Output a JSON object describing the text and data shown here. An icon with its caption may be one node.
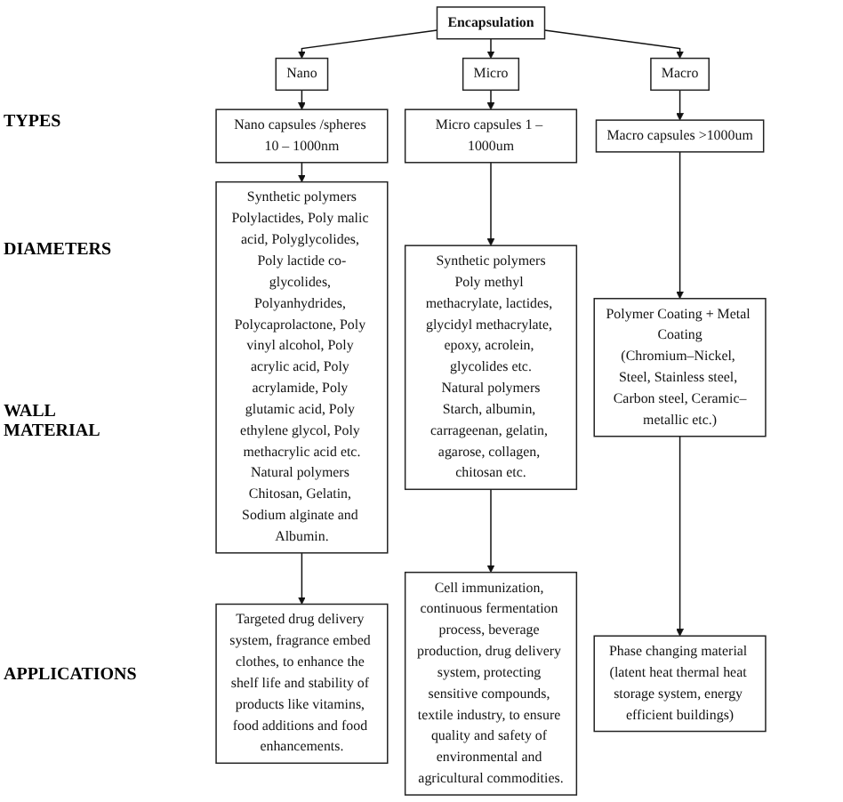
{
  "diagram": {
    "nodes": [
      {
        "text": [
          "Encapsulation"
        ]
      },
      {
        "text": [
          "Nano"
        ]
      },
      {
        "text": [
          "Micro"
        ]
      },
      {
        "text": [
          "Macro"
        ]
      },
      {
        "text": [
          "Nano capsules /spheres 10 – 1000nm"
        ]
      },
      {
        "text": [
          "Micro capsules 1 – 1000um"
        ]
      },
      {
        "text": [
          "Macro capsules >1000um"
        ]
      },
      {
        "text": [
          "Synthetic polymers",
          "Polylactides, Poly malic acid, Polyglycolides, Poly lactide co-glycolides, Polyanhydrides, Polycaprolactone, Poly vinyl alcohol, Poly acrylic acid, Poly acrylamide, Poly glutamic acid, Poly ethylene glycol, Poly methacrylic acid etc.",
          "Natural polymers Chitosan, Gelatin, Sodium alginate and Albumin."
        ]
      },
      {
        "text": [
          "Synthetic polymers",
          "Poly methyl methacrylate, lactides, glycidyl methacrylate, epoxy, acrolein, glycolides etc.",
          "Natural polymers",
          "Starch, albumin, carrageenan, gelatin, agarose, collagen, chitosan etc."
        ]
      },
      {
        "text": [
          "Polymer Coating + Metal Coating",
          "(Chromium–Nickel, Steel, Stainless steel, Carbon steel, Ceramic–metallic etc.)"
        ]
      },
      {
        "text": [
          "Targeted drug delivery system, fragrance embed clothes, to enhance the shelf life and stability of products like vitamins, food additions and food enhancements."
        ]
      },
      {
        "text": [
          "Cell immunization, continuous fermentation process, beverage production, drug delivery system, protecting sensitive compounds, textile industry, to ensure quality and safety of environmental and agricultural commodities."
        ]
      },
      {
        "text": [
          "Phase changing material (latent heat thermal heat storage system, energy efficient buildings)"
        ]
      }
    ],
    "edges": [
      {
        "from": 0,
        "to": 1,
        "arrow": "to"
      },
      {
        "from": 0,
        "to": 2,
        "arrow": "to"
      },
      {
        "from": 0,
        "to": 3,
        "arrow": "to"
      },
      {
        "from": 1,
        "to": 4,
        "arrow": "to"
      },
      {
        "from": 2,
        "to": 5,
        "arrow": "to"
      },
      {
        "from": 3,
        "to": 6,
        "arrow": "to"
      },
      {
        "from": 4,
        "to": 7,
        "arrow": "to"
      },
      {
        "from": 5,
        "to": 8,
        "arrow": "to"
      },
      {
        "from": 6,
        "to": 9,
        "arrow": "to"
      },
      {
        "from": 7,
        "to": 10,
        "arrow": "to"
      },
      {
        "from": 8,
        "to": 11,
        "arrow": "to"
      },
      {
        "from": 9,
        "to": 12,
        "arrow": "to"
      }
    ],
    "labels": [
      "TYPES",
      "DIAMETERS",
      "WALL MATERIAL",
      "APPLICATIONS"
    ]
  }
}
